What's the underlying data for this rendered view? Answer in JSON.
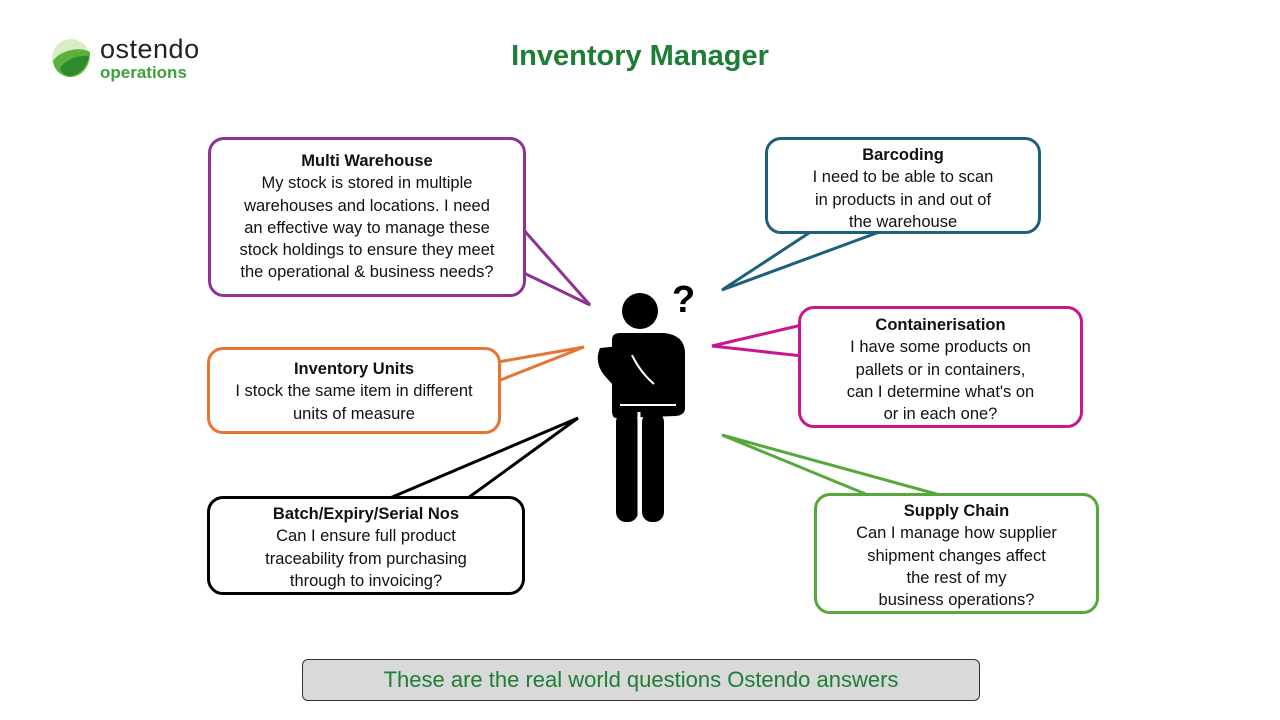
{
  "logo": {
    "name": "ostendo",
    "sub": "operations",
    "icon": "green-leaf-logo-icon"
  },
  "title": "Inventory Manager",
  "person_icon": "thinking-person-icon",
  "question_mark": "?",
  "bubbles": [
    {
      "title": "Multi Warehouse",
      "lines": [
        "My stock is stored in multiple",
        "warehouses and locations. I need",
        "an effective way to manage these",
        "stock holdings to ensure they meet",
        "the operational & business needs?"
      ],
      "color": "#8e3393"
    },
    {
      "title": "Barcoding",
      "lines": [
        "I need to be able to scan",
        "in products in and out of",
        "the warehouse"
      ],
      "color": "#1d5f7c"
    },
    {
      "title": "Containerisation",
      "lines": [
        "I have some products on",
        "pallets or in containers,",
        "can I determine what's on",
        "or in each one?"
      ],
      "color": "#c8178d"
    },
    {
      "title": "Inventory Units",
      "lines": [
        "I stock the same item in different",
        "units of measure"
      ],
      "color": "#e87433"
    },
    {
      "title": "Batch/Expiry/Serial Nos",
      "lines": [
        "Can I ensure full product",
        "traceability from purchasing",
        "through to invoicing?"
      ],
      "color": "#000000"
    },
    {
      "title": "Supply Chain",
      "lines": [
        "Can I manage how supplier",
        "shipment changes affect",
        "the rest of my",
        "business operations?"
      ],
      "color": "#57a83a"
    }
  ],
  "banner": "These are the real world questions Ostendo answers"
}
